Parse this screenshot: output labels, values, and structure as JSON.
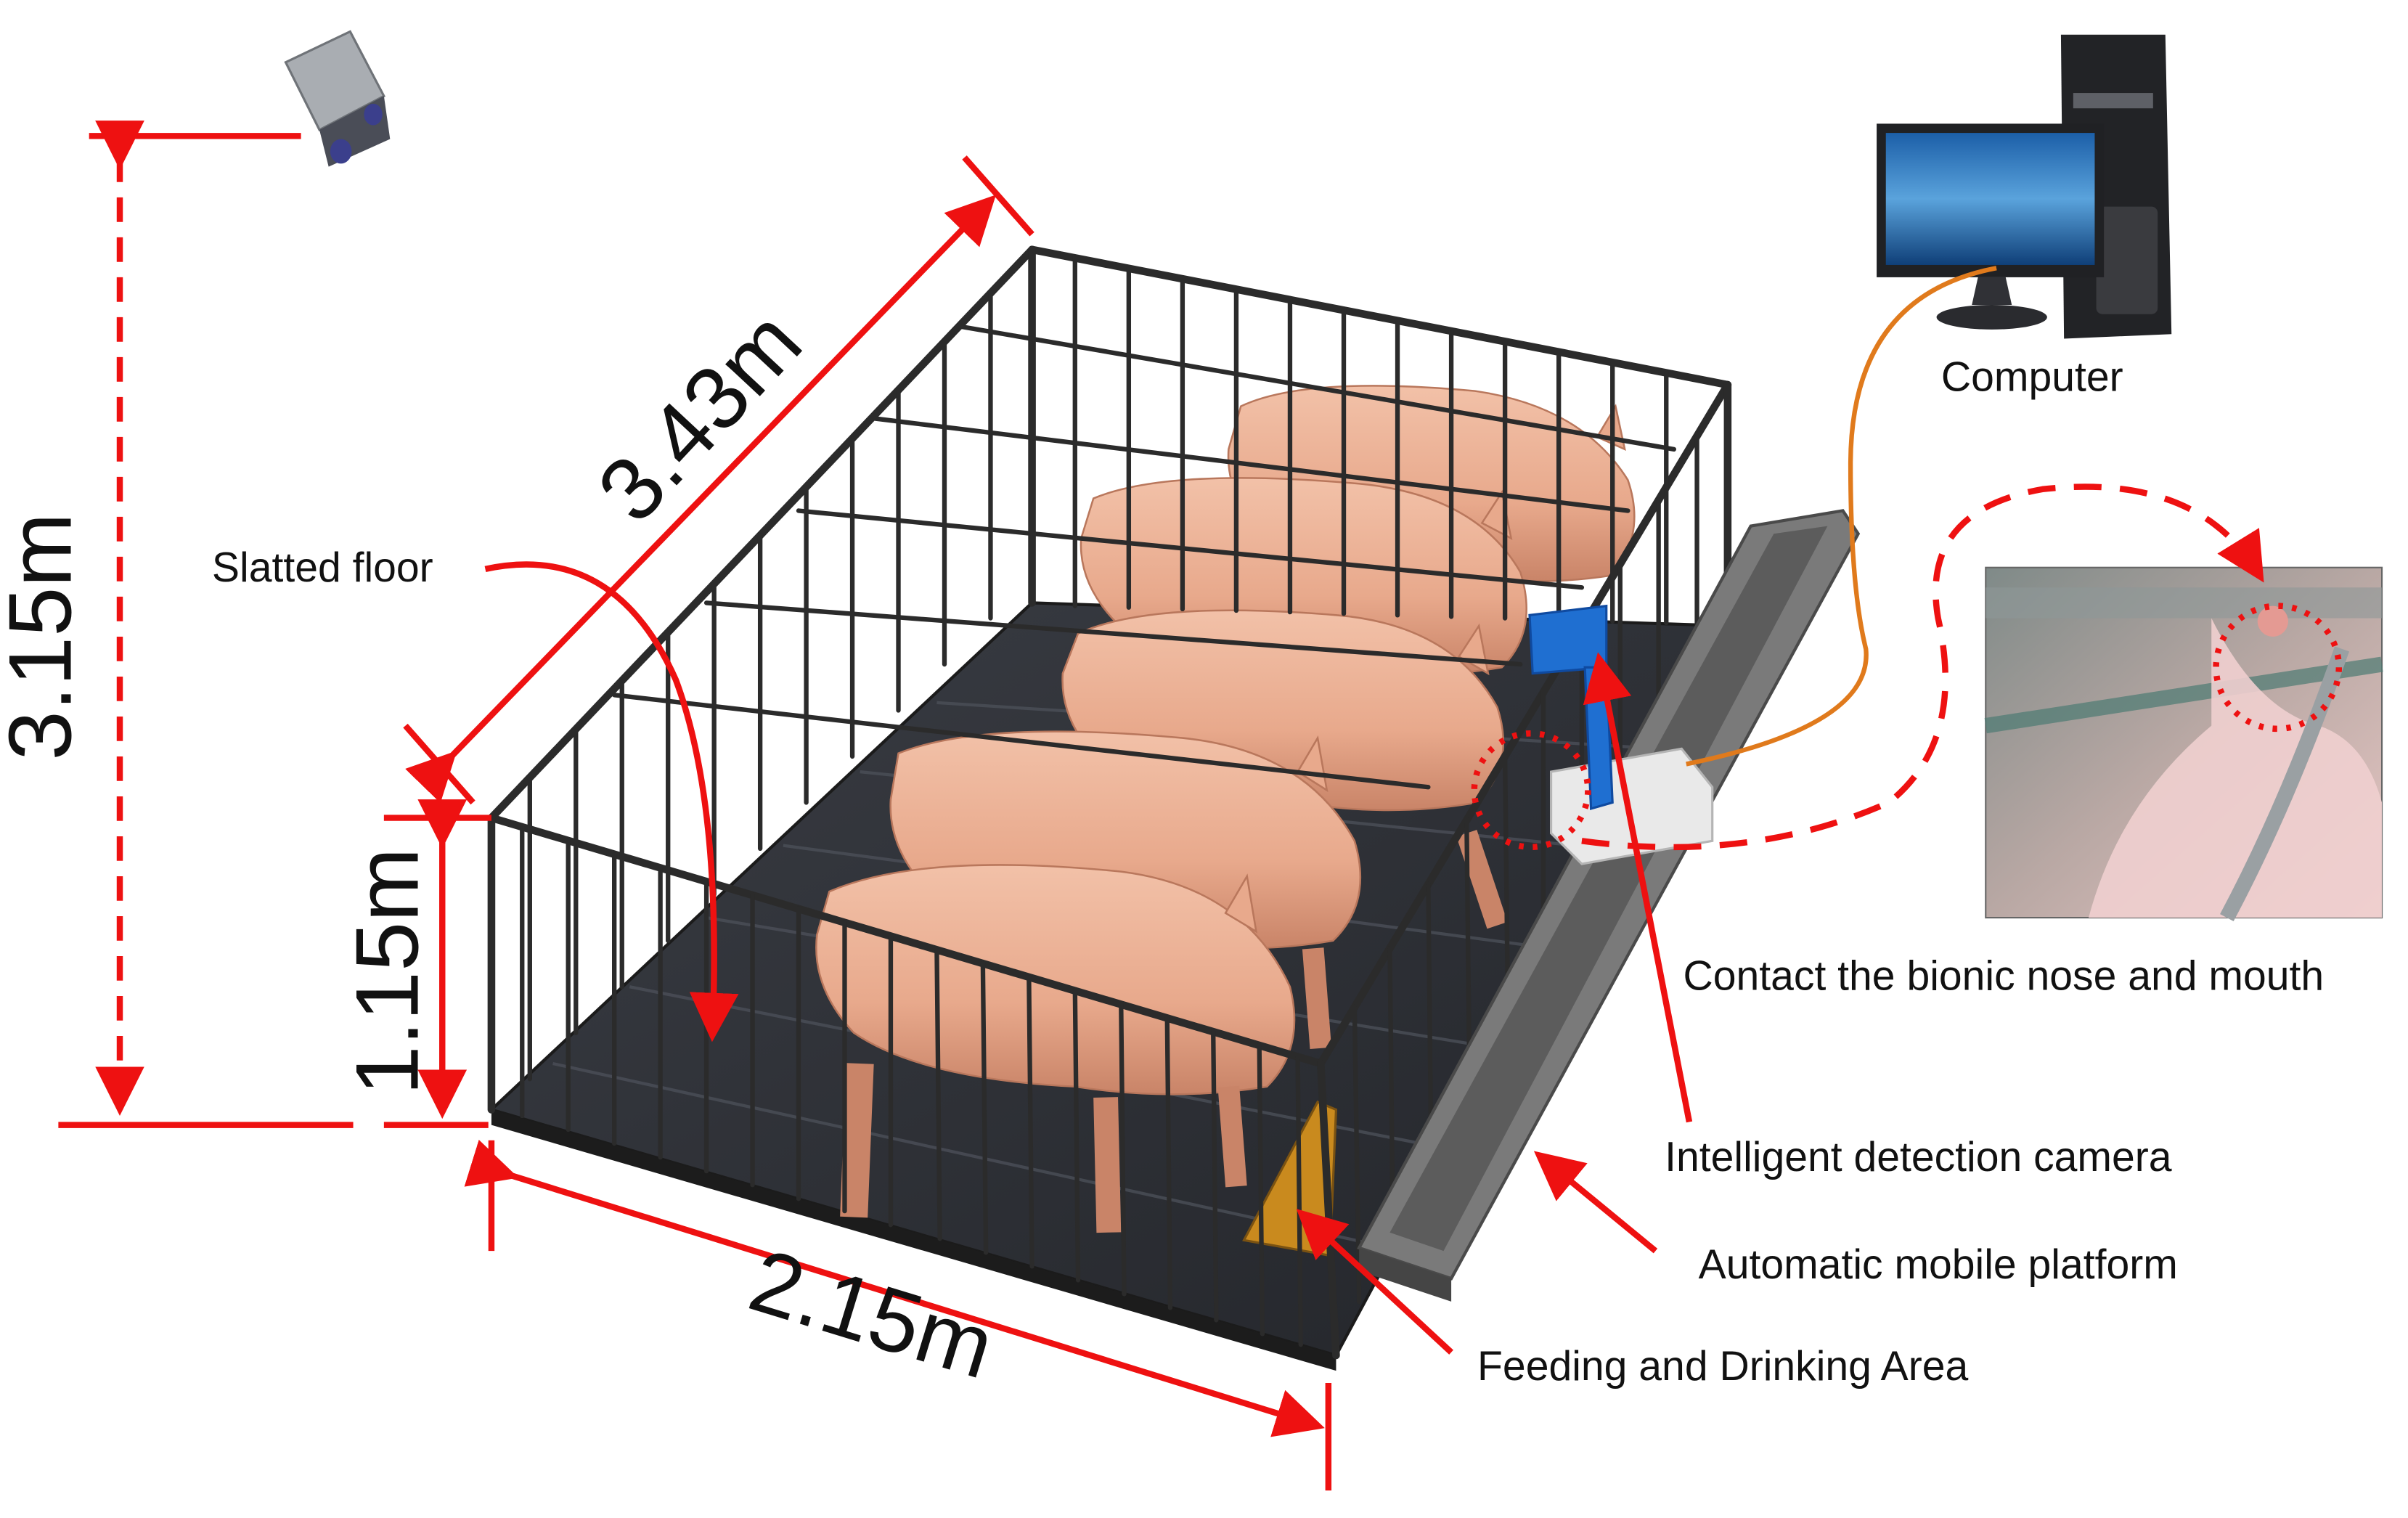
{
  "dimensions": {
    "height_camera": "3.15m",
    "length": "3.43m",
    "pen_height": "1.15m",
    "width": "2.15m"
  },
  "labels": {
    "slatted_floor": "Slatted floor",
    "computer": "Computer",
    "contact": "Contact the bionic nose and mouth",
    "camera": "Intelligent detection camera",
    "platform": "Automatic mobile platform",
    "feeding": "Feeding and Drinking Area"
  },
  "colors": {
    "annotation": "#ee1111",
    "pen_frame": "#2b2b2b",
    "pig": "#e8a98c",
    "camera_box": "#1f6fd1",
    "cable": "#e07a1c",
    "feeding_area": "#c98a1e",
    "rail": "#6e6e6e"
  },
  "icons": {
    "overhead_camera": "depth-camera-icon",
    "computer": "desktop-computer-icon",
    "detection_camera": "blue-camera-box-icon"
  }
}
